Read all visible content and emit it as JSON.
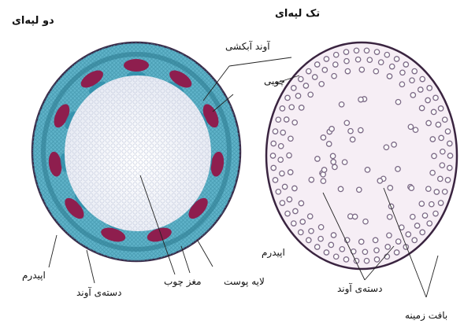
{
  "titles": {
    "dicot": "دو لپه‌ای",
    "monocot": "تک لپه‌ای"
  },
  "dicot_labels": {
    "epidermis": "اپیدرم",
    "vascular_bundle": "دسته‌ی آوند",
    "pith": "مغز چوب",
    "cortex": "لایه پوست"
  },
  "shared_labels": {
    "phloem": "آوند آبکشی",
    "xylem": "چوبی"
  },
  "monocot_labels": {
    "epidermis": "اپیدرم",
    "vascular_bundle": "دسته‌ی آوند",
    "ground_tissue": "بافت زمینه"
  },
  "colors": {
    "dicot_cortex": "#5fb3c9",
    "dicot_bundle": "#8e1e4e",
    "dicot_pith": "#f1f3f8",
    "monocot_fill": "#f6eef5",
    "monocot_outline": "#3a2440",
    "bundle_dot": "#7c6a86"
  }
}
